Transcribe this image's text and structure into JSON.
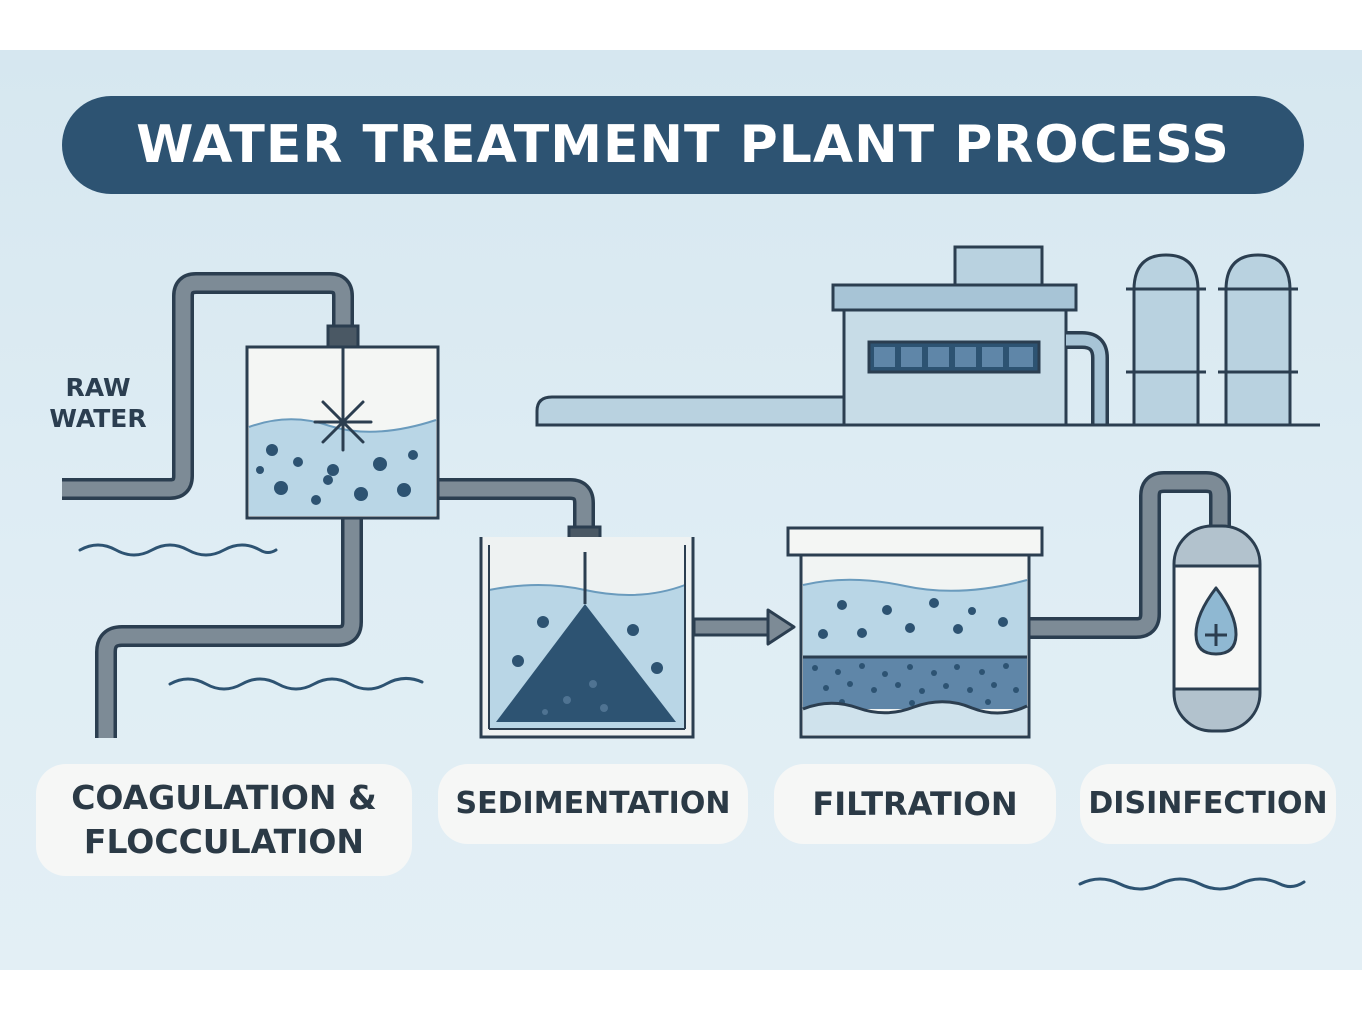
{
  "title": "WATER TREATMENT PLANT PROCESS",
  "raw_water": {
    "line1": "RAW",
    "line2": "WATER"
  },
  "stages": {
    "coagulation": {
      "line1": "COAGULATION &",
      "line2": "FLOCCULATION"
    },
    "sedimentation": "SEDIMENTATION",
    "filtration": "FILTRATION",
    "disinfection": "DISINFECTION"
  },
  "icons": {
    "mixer": "asterisk-mixer-icon",
    "disinfection": "water-drop-plus-icon",
    "flow": "arrow-right-icon"
  },
  "colors": {
    "title_bg": "#2d5372",
    "panel_bg": "#d6e7f0",
    "outline": "#2b3e50",
    "pipe": "#7d8b96",
    "water_light": "#b9d6e6",
    "water_mid": "#8fb8d2",
    "sediment": "#2d5372",
    "label_bg": "#f6f7f6"
  }
}
